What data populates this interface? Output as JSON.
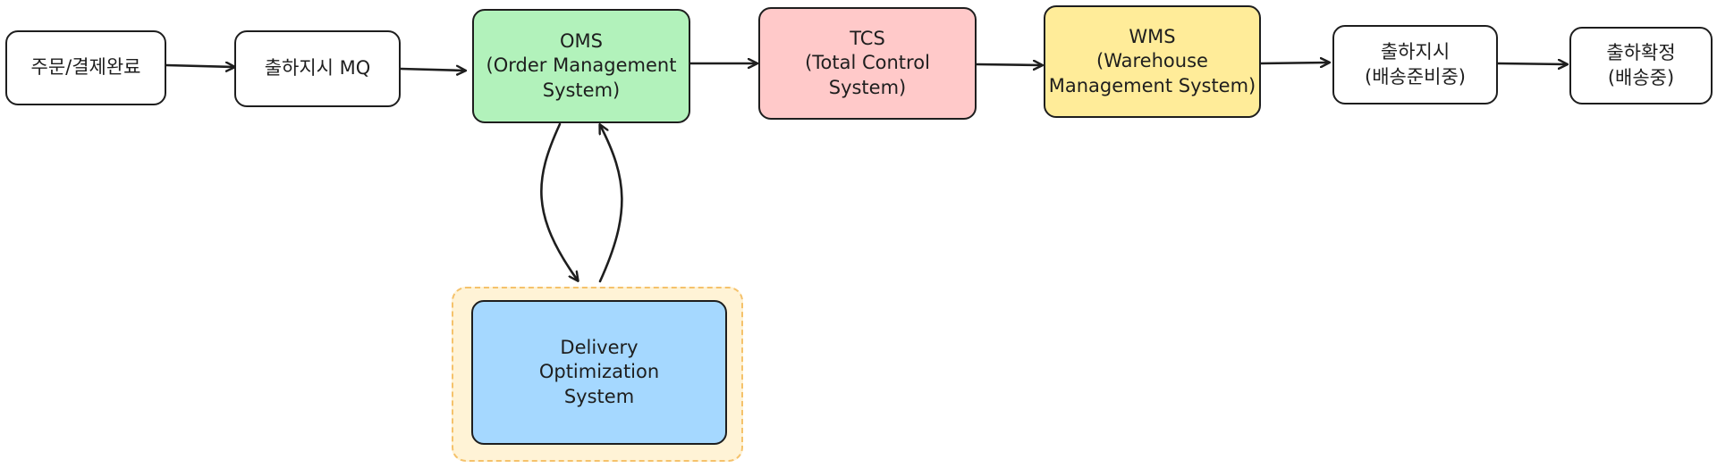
{
  "nodes": {
    "order_payment_complete": {
      "label": "주문/결제완료"
    },
    "shipping_instruction_mq": {
      "label": "출하지시 MQ"
    },
    "oms": {
      "label": "OMS\n(Order Management\nSystem)"
    },
    "tcs": {
      "label": "TCS\n(Total Control\nSystem)"
    },
    "wms": {
      "label": "WMS\n(Warehouse\nManagement System)"
    },
    "shipping_preparing": {
      "label": "출하지시\n(배송준비중)"
    },
    "shipping_confirmed": {
      "label": "출하확정\n(배송중)"
    },
    "delivery_optimization": {
      "label": "Delivery\nOptimization\nSystem"
    }
  },
  "colors": {
    "stroke": "#1e1e1e",
    "white_fill": "#ffffff",
    "oms_fill": "#b2f2bb",
    "tcs_fill": "#ffc9c9",
    "wms_fill": "#ffec99",
    "delivery_fill": "#a5d8ff",
    "group_fill": "#fff3d6",
    "group_border": "#f5c26b"
  },
  "edges": [
    {
      "from": "order_payment_complete",
      "to": "shipping_instruction_mq"
    },
    {
      "from": "shipping_instruction_mq",
      "to": "oms"
    },
    {
      "from": "oms",
      "to": "tcs"
    },
    {
      "from": "tcs",
      "to": "wms"
    },
    {
      "from": "wms",
      "to": "shipping_preparing"
    },
    {
      "from": "shipping_preparing",
      "to": "shipping_confirmed"
    },
    {
      "from": "oms",
      "to": "delivery_optimization"
    },
    {
      "from": "delivery_optimization",
      "to": "oms"
    }
  ]
}
